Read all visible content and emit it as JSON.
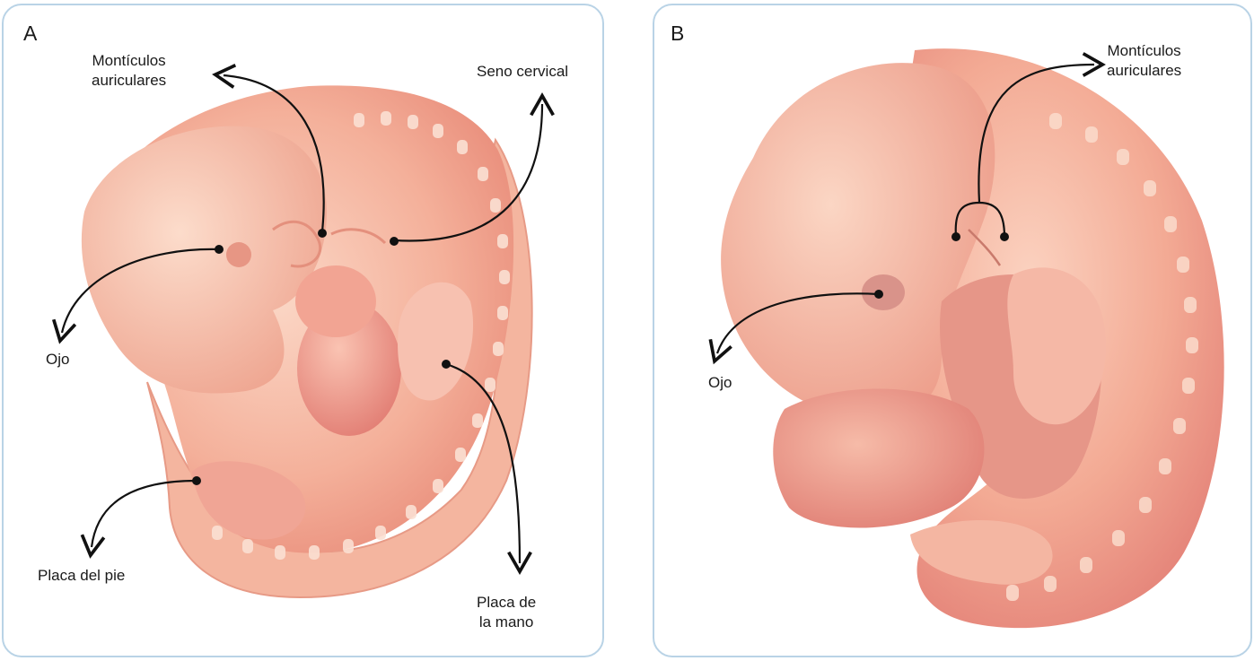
{
  "panels": {
    "a": {
      "letter": "A",
      "labels": {
        "ear_mounds": "Montículos\nauriculares",
        "cervical_sinus": "Seno cervical",
        "eye": "Ojo",
        "hand_plate": "Placa de\nla mano",
        "foot_plate": "Placa del pie"
      }
    },
    "b": {
      "letter": "B",
      "labels": {
        "ear_mounds": "Montículos\nauriculares",
        "eye": "Ojo"
      }
    }
  },
  "colors": {
    "panel_border": "#b9d3e6",
    "embryo_light": "#f9cdb9",
    "embryo_mid": "#f2a994",
    "embryo_dark": "#e4857b",
    "leader": "#111111"
  }
}
